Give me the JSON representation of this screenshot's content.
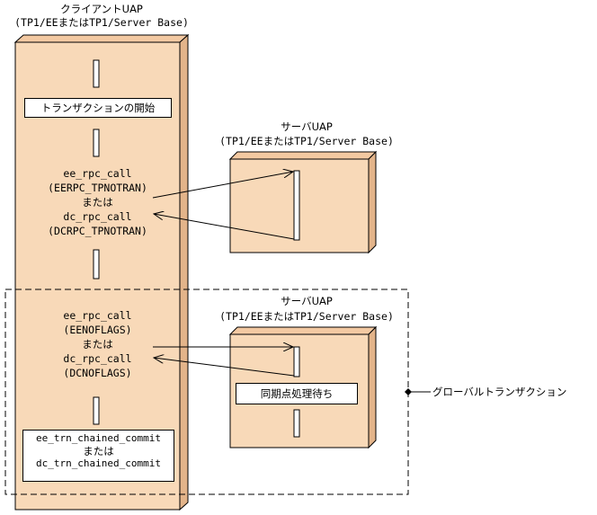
{
  "client": {
    "title": "クライアントUAP",
    "subtitle": "(TP1/EEまたはTP1/Server Base)",
    "start_transaction": "トランザクションの開始",
    "call1": {
      "line1": "ee_rpc_call",
      "line2": "(EERPC_TPNOTRAN)",
      "line3": "または",
      "line4": "dc_rpc_call",
      "line5": "(DCRPC_TPNOTRAN)"
    },
    "call2": {
      "line1": "ee_rpc_call",
      "line2": "(EENOFLAGS)",
      "line3": "または",
      "line4": "dc_rpc_call",
      "line5": "(DCNOFLAGS)"
    },
    "commit": {
      "line1": "ee_trn_chained_commit",
      "line2": "または",
      "line3": "dc_trn_chained_commit"
    }
  },
  "server1": {
    "title": "サーバUAP",
    "subtitle": "(TP1/EEまたはTP1/Server Base)"
  },
  "server2": {
    "title": "サーバUAP",
    "subtitle": "(TP1/EEまたはTP1/Server Base)",
    "sync_wait": "同期点処理待ち"
  },
  "global_transaction_label": "グローバルトランザクション",
  "colors": {
    "block_face": "#f8d9b8",
    "block_side": "#e3b48a",
    "line": "#000000"
  }
}
